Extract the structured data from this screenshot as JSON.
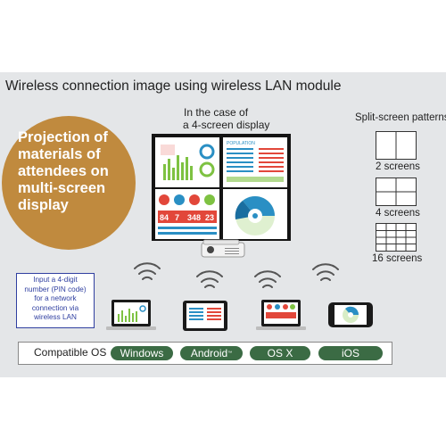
{
  "title": "Wireless connection image using wireless LAN module",
  "circle": {
    "lines": [
      "Projection of",
      "materials of",
      "attendees on",
      "multi-screen",
      "display"
    ]
  },
  "case_label": {
    "line1": "In the case of",
    "line2": "a 4-screen display"
  },
  "split": {
    "title": "Split-screen patterns",
    "patterns": [
      {
        "label": "2 screens"
      },
      {
        "label": "4 screens"
      },
      {
        "label": "16 screens"
      }
    ]
  },
  "info": {
    "lines": [
      "Input a 4-digit",
      "number (PIN code)",
      "for a network",
      "connection via",
      "wireless LAN"
    ]
  },
  "screen": {
    "population_label": "POPULATION",
    "stats": [
      "84",
      "7",
      "348",
      "23"
    ]
  },
  "os": {
    "label": "Compatible OS",
    "items": [
      {
        "name": "Windows",
        "tm": ""
      },
      {
        "name": "Android",
        "tm": "™"
      },
      {
        "name": "OS X",
        "tm": ""
      },
      {
        "name": "iOS",
        "tm": ""
      }
    ]
  },
  "colors": {
    "accent": "#c08a3e",
    "os_pill": "#3b6b44",
    "info": "#2f3fa0",
    "chart_green": "#7ec242",
    "chart_blue": "#2a8fc4",
    "chart_red": "#e2473a"
  }
}
